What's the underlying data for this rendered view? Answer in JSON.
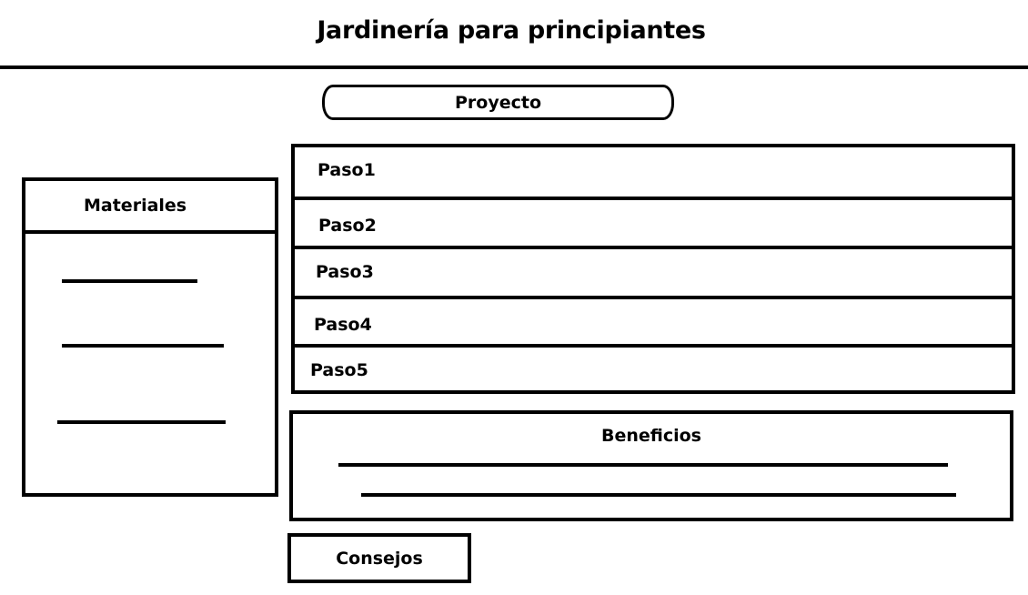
{
  "title": "Jardinería para principiantes",
  "proyecto": {
    "label": "Proyecto"
  },
  "materiales": {
    "label": "Materiales",
    "placeholder_lines": 3
  },
  "pasos": [
    {
      "label": "Paso1"
    },
    {
      "label": "Paso2"
    },
    {
      "label": "Paso3"
    },
    {
      "label": "Paso4"
    },
    {
      "label": "Paso5"
    }
  ],
  "beneficios": {
    "label": "Beneficios",
    "placeholder_lines": 2
  },
  "consejos": {
    "label": "Consejos"
  },
  "colors": {
    "stroke": "#000000",
    "background": "#ffffff"
  }
}
